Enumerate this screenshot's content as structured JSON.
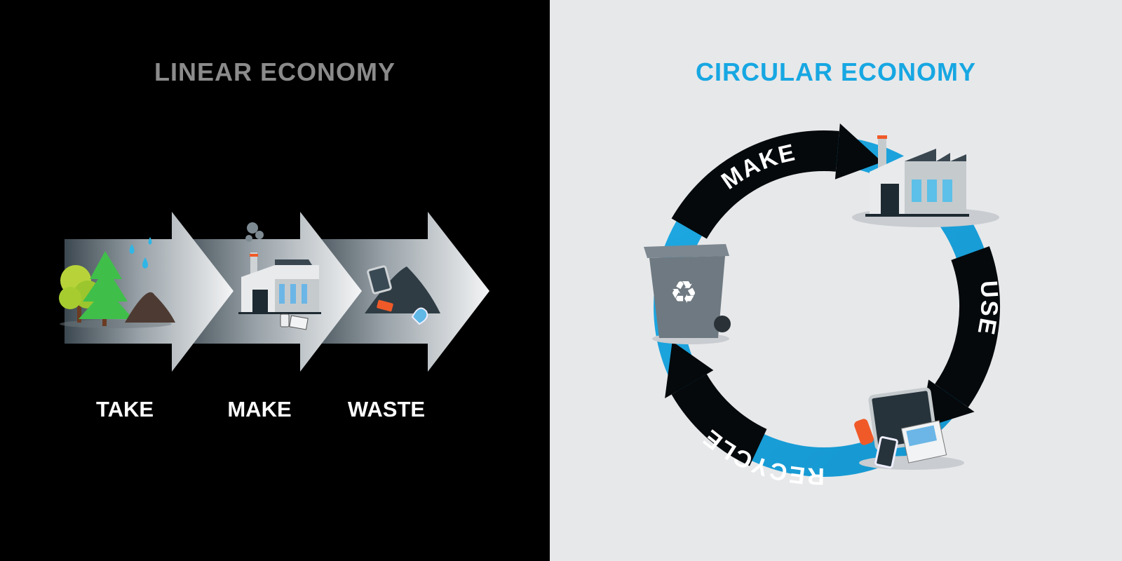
{
  "linear": {
    "title": "LINEAR ECONOMY",
    "steps": [
      {
        "label": "TAKE"
      },
      {
        "label": "MAKE"
      },
      {
        "label": "WASTE"
      }
    ]
  },
  "circular": {
    "title": "CIRCULAR ECONOMY",
    "steps": [
      {
        "label": "MAKE"
      },
      {
        "label": "USE"
      },
      {
        "label": "RECYCLE"
      }
    ]
  },
  "colors": {
    "accent": "#17a7e2",
    "left_bg": "#000000",
    "right_bg": "#e7e8ea",
    "linear_title": "#8b8b8b"
  }
}
